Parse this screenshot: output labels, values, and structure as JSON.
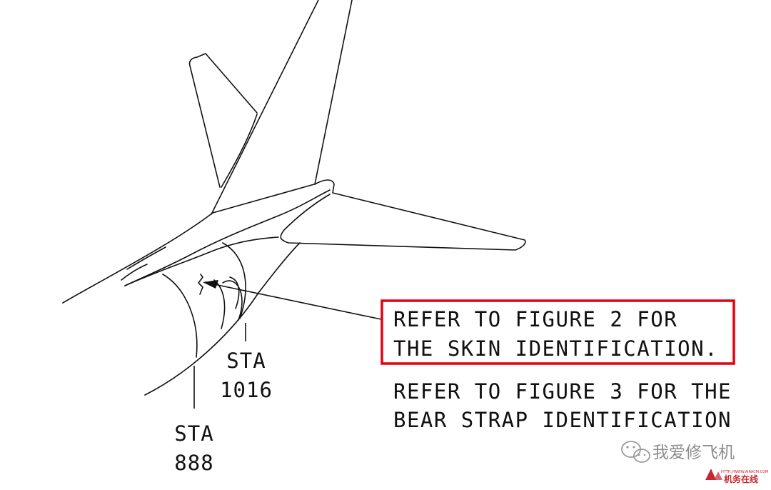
{
  "callout_primary": {
    "line1": "REFER TO FIGURE 2 FOR",
    "line2": "THE SKIN IDENTIFICATION.",
    "box_color": "#e3000f"
  },
  "callout_secondary": {
    "line1": "REFER TO FIGURE 3 FOR THE",
    "line2": "BEAR STRAP IDENTIFICATION"
  },
  "stations": [
    {
      "label": "STA",
      "value": "1016"
    },
    {
      "label": "STA",
      "value": "888"
    }
  ],
  "watermark": {
    "channel_name": "我爱修飞机",
    "icon": "wechat-icon",
    "site_url": "HTTP://WWW.AIRACM.COM",
    "site_logo": "机务在线"
  },
  "colors": {
    "line": "#111111",
    "highlight": "#e3000f",
    "watermark": "#8c8c8c",
    "logo": "#c8272d"
  }
}
